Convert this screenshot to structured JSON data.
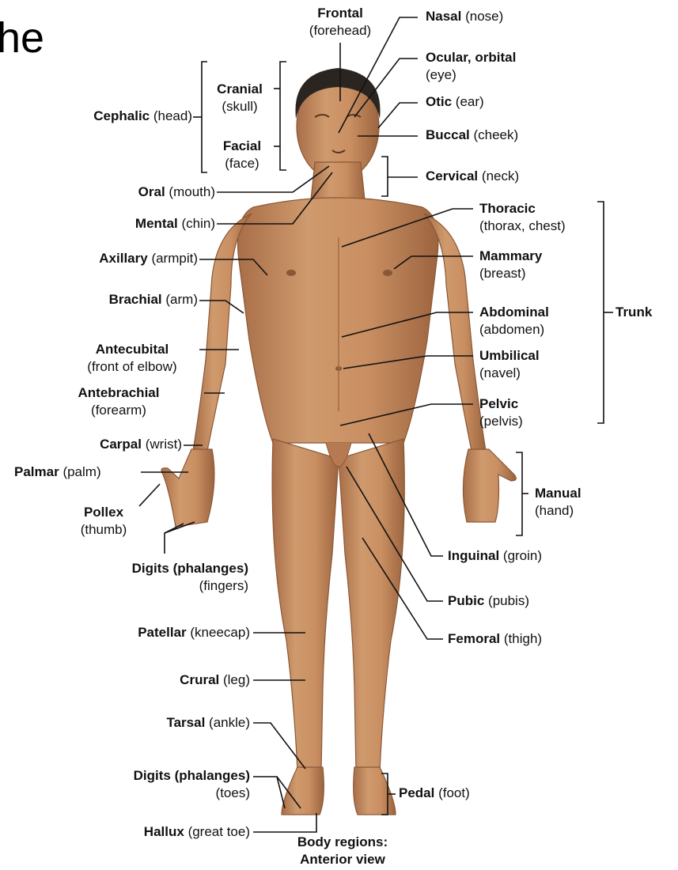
{
  "slide_title_fragment": "he",
  "figure_caption": {
    "line1": "Body regions:",
    "line2": "Anterior view"
  },
  "labels": {
    "frontal": {
      "term": "Frontal",
      "desc": "(forehead)"
    },
    "nasal": {
      "term": "Nasal",
      "desc": "(nose)"
    },
    "ocular": {
      "term": "Ocular, orbital",
      "desc": "(eye)"
    },
    "otic": {
      "term": "Otic",
      "desc": "(ear)"
    },
    "buccal": {
      "term": "Buccal",
      "desc": "(cheek)"
    },
    "cervical": {
      "term": "Cervical",
      "desc": "(neck)"
    },
    "cranial": {
      "term": "Cranial",
      "desc": "(skull)"
    },
    "facial": {
      "term": "Facial",
      "desc": "(face)"
    },
    "cephalic": {
      "term": "Cephalic",
      "desc": "(head)"
    },
    "oral": {
      "term": "Oral",
      "desc": "(mouth)"
    },
    "mental": {
      "term": "Mental",
      "desc": "(chin)"
    },
    "axillary": {
      "term": "Axillary",
      "desc": "(armpit)"
    },
    "brachial": {
      "term": "Brachial",
      "desc": "(arm)"
    },
    "antecubital": {
      "term": "Antecubital",
      "desc": "(front of elbow)"
    },
    "antebrachial": {
      "term": "Antebrachial",
      "desc": "(forearm)"
    },
    "carpal": {
      "term": "Carpal",
      "desc": "(wrist)"
    },
    "palmar": {
      "term": "Palmar",
      "desc": "(palm)"
    },
    "pollex": {
      "term": "Pollex",
      "desc": "(thumb)"
    },
    "digits_fingers": {
      "term": "Digits (phalanges)",
      "desc": "(fingers)"
    },
    "patellar": {
      "term": "Patellar",
      "desc": "(kneecap)"
    },
    "crural": {
      "term": "Crural",
      "desc": "(leg)"
    },
    "tarsal": {
      "term": "Tarsal",
      "desc": "(ankle)"
    },
    "digits_toes": {
      "term": "Digits (phalanges)",
      "desc": "(toes)"
    },
    "hallux": {
      "term": "Hallux",
      "desc": "(great toe)"
    },
    "thoracic": {
      "term": "Thoracic",
      "desc": "(thorax, chest)"
    },
    "mammary": {
      "term": "Mammary",
      "desc": "(breast)"
    },
    "abdominal": {
      "term": "Abdominal",
      "desc": "(abdomen)"
    },
    "umbilical": {
      "term": "Umbilical",
      "desc": "(navel)"
    },
    "pelvic": {
      "term": "Pelvic",
      "desc": "(pelvis)"
    },
    "trunk": {
      "term": "Trunk"
    },
    "manual": {
      "term": "Manual",
      "desc": "(hand)"
    },
    "inguinal": {
      "term": "Inguinal",
      "desc": "(groin)"
    },
    "pubic": {
      "term": "Pubic",
      "desc": "(pubis)"
    },
    "femoral": {
      "term": "Femoral",
      "desc": "(thigh)"
    },
    "pedal": {
      "term": "Pedal",
      "desc": "(foot)"
    }
  },
  "colors": {
    "skin": "#c48a5e",
    "skin_shadow": "#a26c46",
    "hair": "#2b2522",
    "line": "#111111"
  }
}
